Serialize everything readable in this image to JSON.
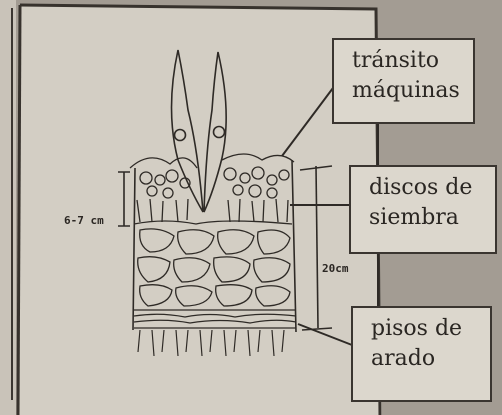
{
  "labels": {
    "transito": [
      "tránsito",
      "máquinas"
    ],
    "discos": [
      "discos de",
      "siembra"
    ],
    "pisos": [
      "pisos de",
      "arado"
    ]
  },
  "dimensions": {
    "upper": "6-7 cm",
    "depth": "20cm"
  }
}
